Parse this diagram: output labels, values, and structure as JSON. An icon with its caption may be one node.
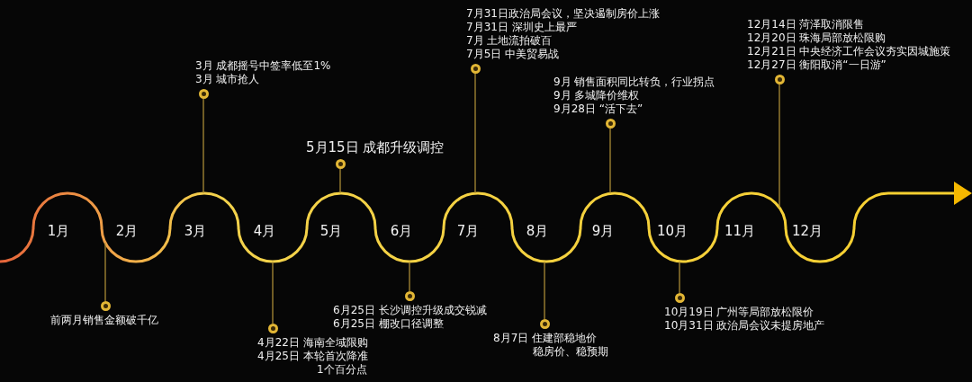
{
  "diagram": {
    "nodes": [
      {
        "text": [
          "前两月销售金额破千亿"
        ]
      },
      {
        "text": [
          "3月 成都摇号中签率低至1%",
          "3月 城市抢人"
        ]
      },
      {
        "text": [
          "4月22日 海南全域限购",
          "4月25日 本轮首次降准",
          "1个百分点"
        ]
      },
      {
        "text": [
          "5月15日 成都升级调控"
        ]
      },
      {
        "text": [
          "6月25日 长沙调控升级成交锐减",
          "6月25日 棚改口径调整"
        ]
      },
      {
        "text": [
          "7月31日政治局会议，坚决遏制房价上涨",
          "7月31日 深圳史上最严",
          "7月 土地流拍破百",
          "7月5日 中美贸易战"
        ]
      },
      {
        "text": [
          "8月7日 住建部稳地价",
          "稳房价、稳预期"
        ]
      },
      {
        "text": [
          "9月 销售面积同比转负，行业拐点",
          "9月 多城降价维权",
          "9月28日 “活下去”"
        ]
      },
      {
        "text": [
          "10月19日 广州等局部放松限价",
          "10月31日 政治局会议未提房地产"
        ]
      },
      {
        "text": [
          "12月14日 菏泽取消限售",
          "12月20日 珠海局部放松限购",
          "12月21日 中央经济工作会议夯实因城施策",
          "12月27日 衡阳取消“一日游”"
        ]
      }
    ],
    "edges": [
      {
        "from": 0,
        "to": null,
        "arrow": "none"
      },
      {
        "from": 1,
        "to": null,
        "arrow": "none"
      },
      {
        "from": 2,
        "to": null,
        "arrow": "none"
      },
      {
        "from": 3,
        "to": null,
        "arrow": "none"
      },
      {
        "from": 4,
        "to": null,
        "arrow": "none"
      },
      {
        "from": 5,
        "to": null,
        "arrow": "none"
      },
      {
        "from": 6,
        "to": null,
        "arrow": "none"
      },
      {
        "from": 7,
        "to": null,
        "arrow": "none"
      },
      {
        "from": 8,
        "to": null,
        "arrow": "none"
      },
      {
        "from": 9,
        "to": null,
        "arrow": "none"
      }
    ],
    "labels": [
      "1月",
      "2月",
      "3月",
      "4月",
      "5月",
      "6月",
      "7月",
      "8月",
      "9月",
      "10月",
      "11月",
      "12月"
    ]
  }
}
